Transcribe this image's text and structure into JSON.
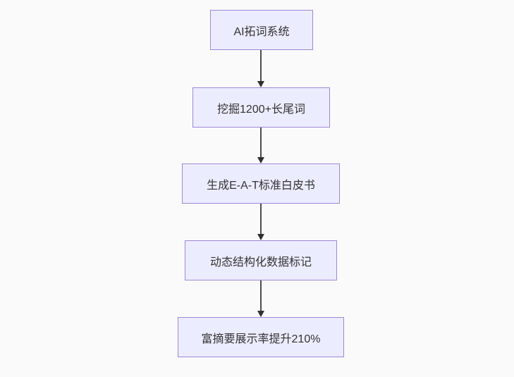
{
  "diagram": {
    "type": "flowchart",
    "direction": "top-down",
    "nodes": [
      {
        "label": "AI拓词系统"
      },
      {
        "label": "挖掘1200+长尾词"
      },
      {
        "label": "生成E-A-T标准白皮书"
      },
      {
        "label": "动态结构化数据标记"
      },
      {
        "label": "富摘要展示率提升210%"
      }
    ],
    "edges": [
      {
        "from": 0,
        "to": 1
      },
      {
        "from": 1,
        "to": 2
      },
      {
        "from": 2,
        "to": 3
      },
      {
        "from": 3,
        "to": 4
      }
    ],
    "colors": {
      "node_fill": "#ECECFF",
      "node_border": "#9F87D8",
      "edge_line": "#4D4D4D",
      "arrowhead": "#2F2F2F",
      "text": "#333333",
      "background": "#FAFAFA"
    }
  }
}
